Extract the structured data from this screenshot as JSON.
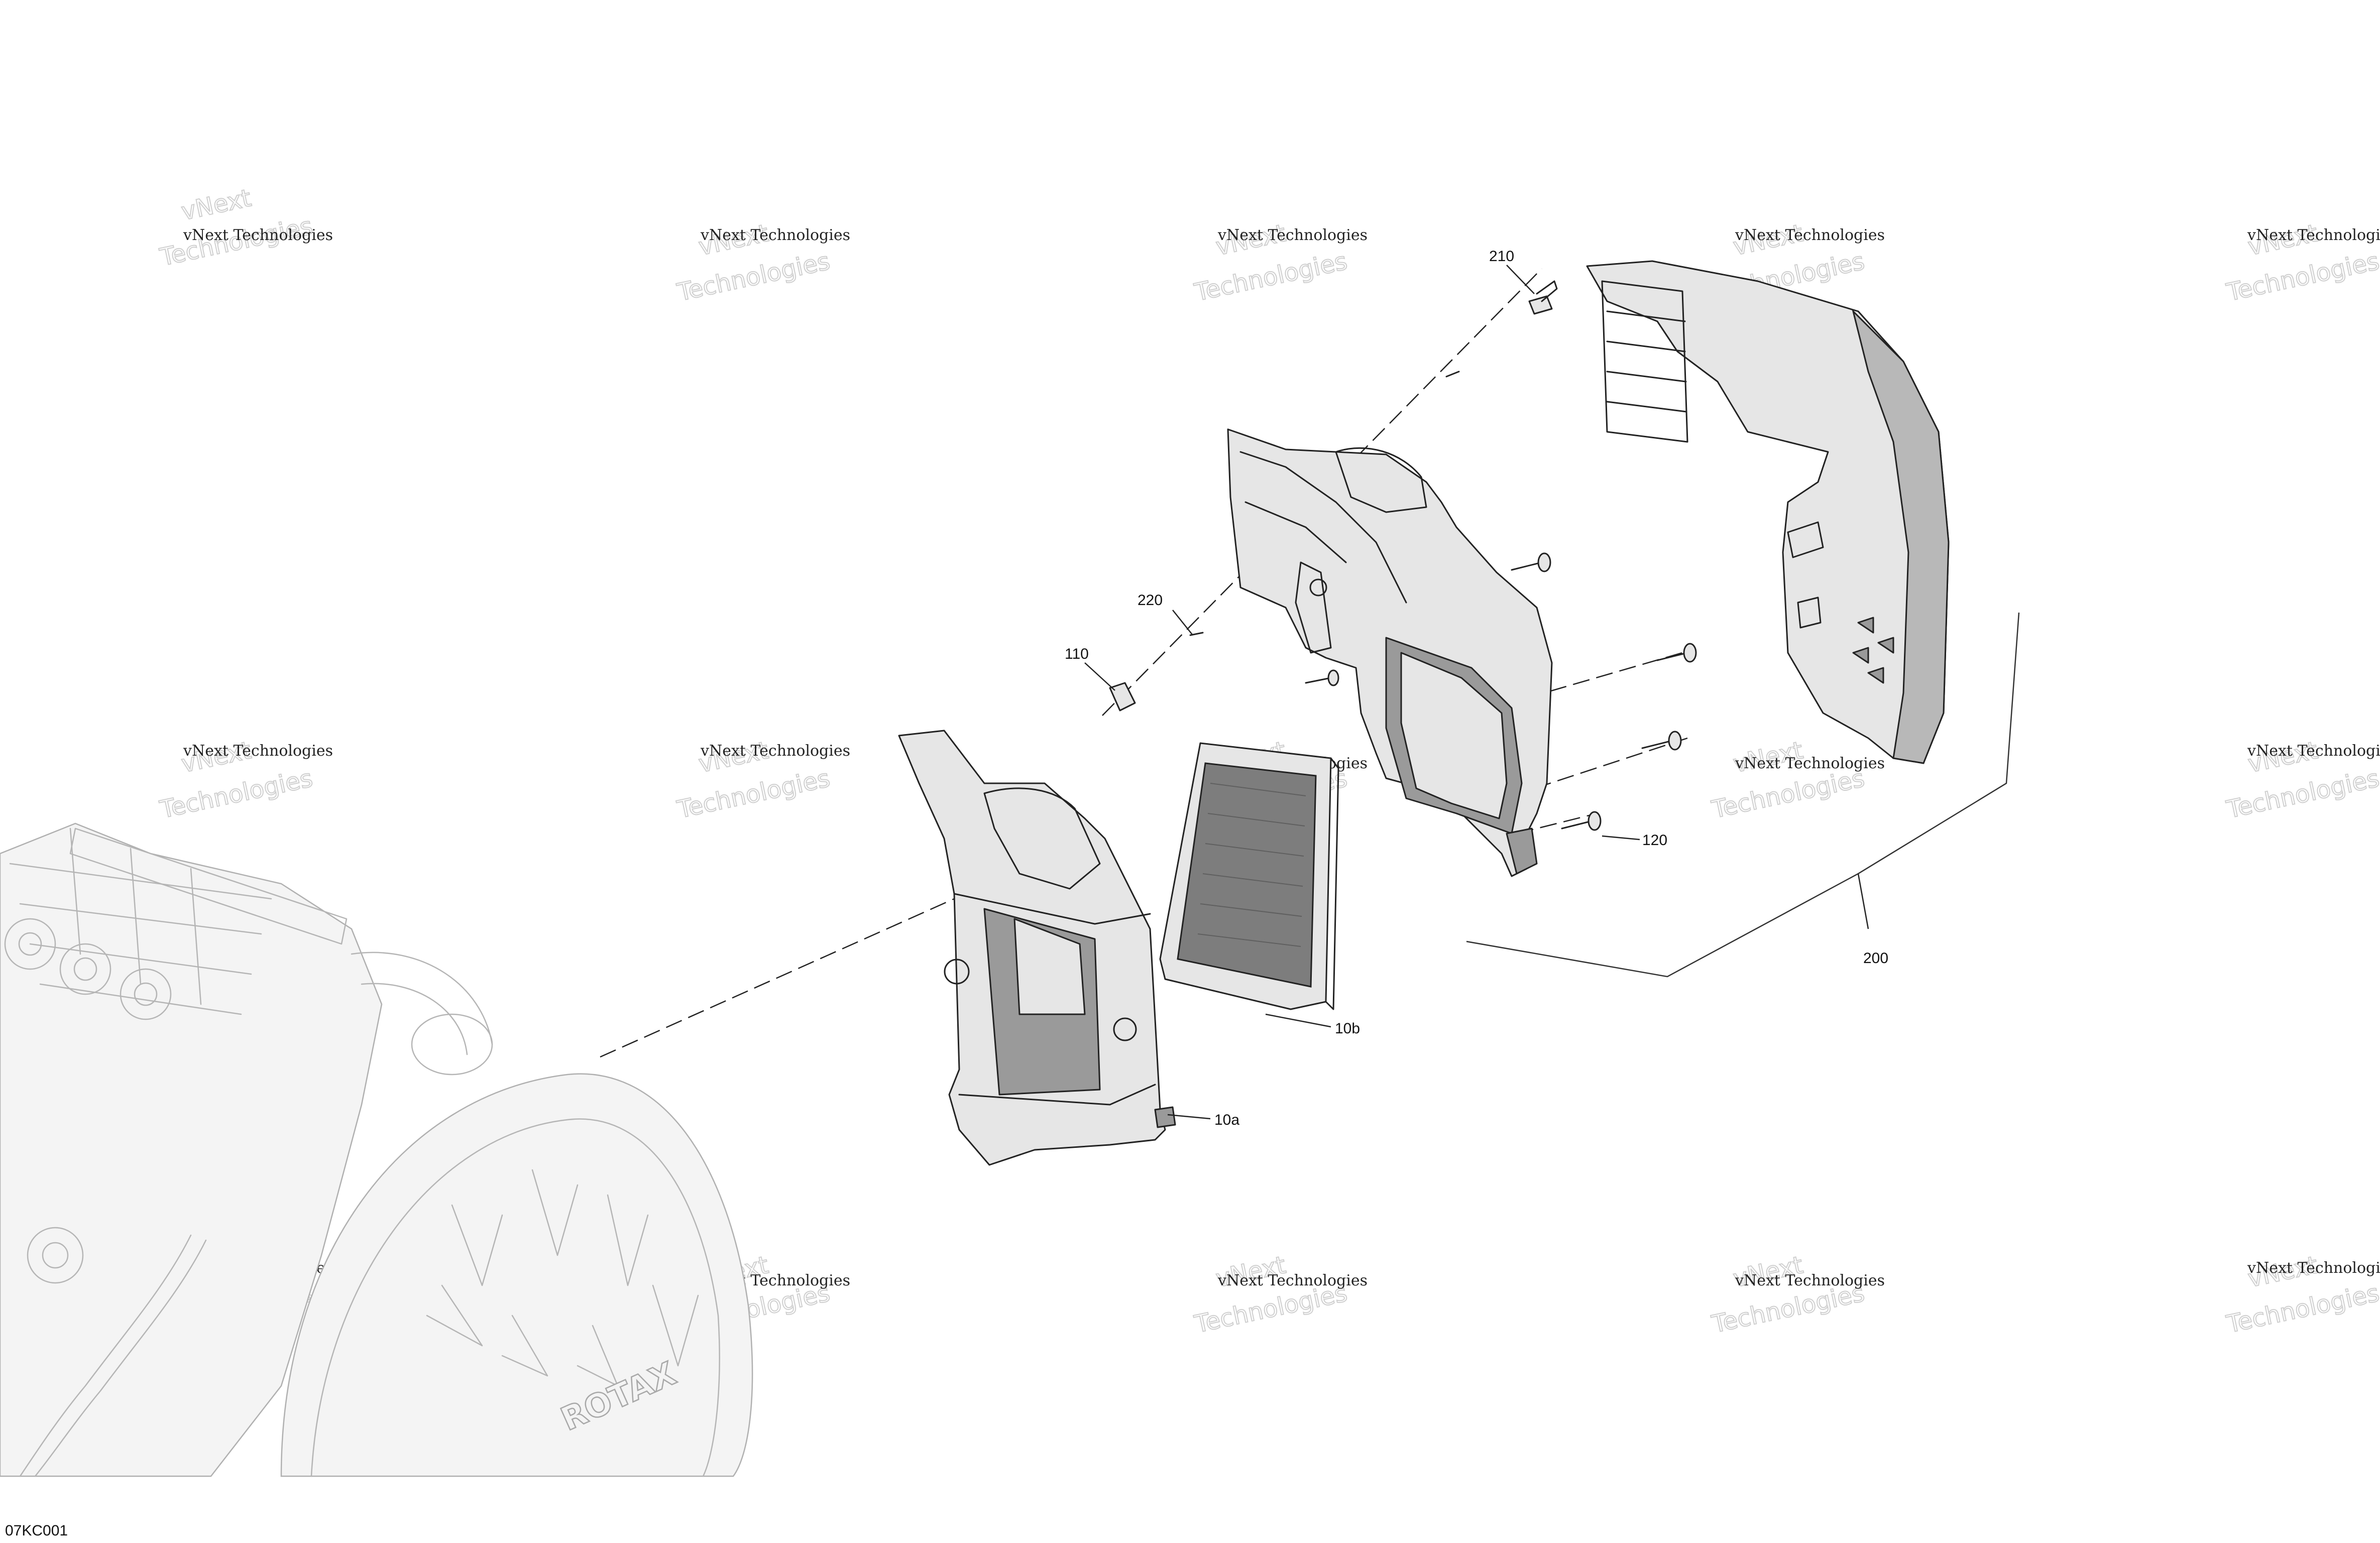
{
  "watermark": {
    "line1": "vNext Technologies",
    "line2": "vNext",
    "line3": "Technologies"
  },
  "callouts": {
    "c210": "210",
    "c220": "220",
    "c110": "110",
    "c120": "120",
    "c10a": "10a",
    "c10b": "10b",
    "c200": "200"
  },
  "figure_code": "07KC001",
  "engine_logo_text": "ROTAX"
}
